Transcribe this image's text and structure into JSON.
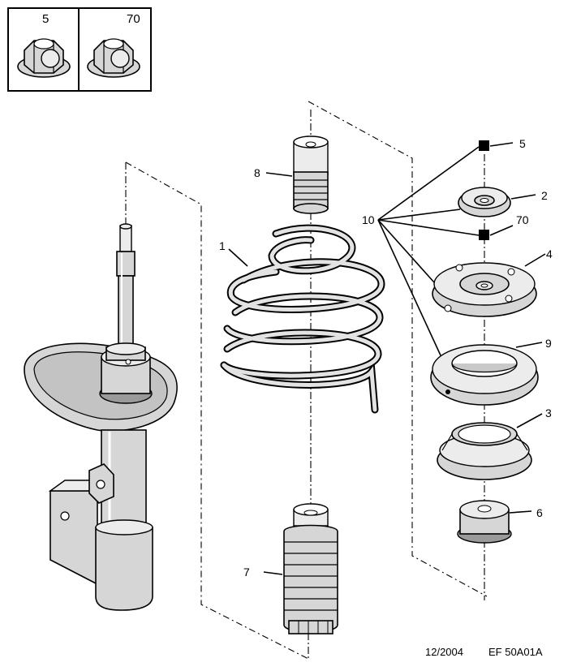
{
  "legend": {
    "items": [
      {
        "number": "5",
        "icon": "flanged-nut-icon"
      },
      {
        "number": "70",
        "icon": "flanged-nut-icon"
      }
    ]
  },
  "callouts": {
    "spring": "1",
    "upper_cup": "2",
    "bearing": "3",
    "top_mount": "4",
    "nut_top": "5",
    "bump_stop_cup": "6",
    "dust_boot": "7",
    "bump_stop": "8",
    "seat": "9",
    "group": "10",
    "nut_lower": "70"
  },
  "footer": {
    "date": "12/2004",
    "reference": "EF 50A01A"
  }
}
